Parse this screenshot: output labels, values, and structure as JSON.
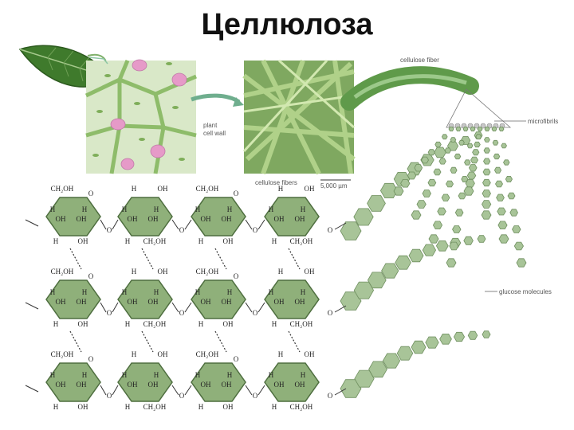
{
  "title": "Целлюлоза",
  "labels": {
    "cellulose_fiber": "cellulose fiber",
    "microfibrils": "microfibrils",
    "plant_cell_wall_1": "plant",
    "plant_cell_wall_2": "cell wall",
    "cellulose_fibers": "cellulose fibers",
    "scale": "5,000 µm",
    "glucose_molecules": "glucose molecules"
  },
  "ring_labels": {
    "ch2oh": "CH₂OH",
    "oh": "OH",
    "h": "H",
    "o": "O"
  },
  "colors": {
    "ring_fill": "#8fb07a",
    "ring_stroke": "#4e6e3f",
    "fiber": "#5f9a4a",
    "bead": "#a8c498",
    "leaf": "#3f7a2c",
    "cell_wall": "#b9d6a4",
    "cell_nucleus": "#e69ac8"
  },
  "icons": {
    "leaf": "leaf-icon"
  }
}
